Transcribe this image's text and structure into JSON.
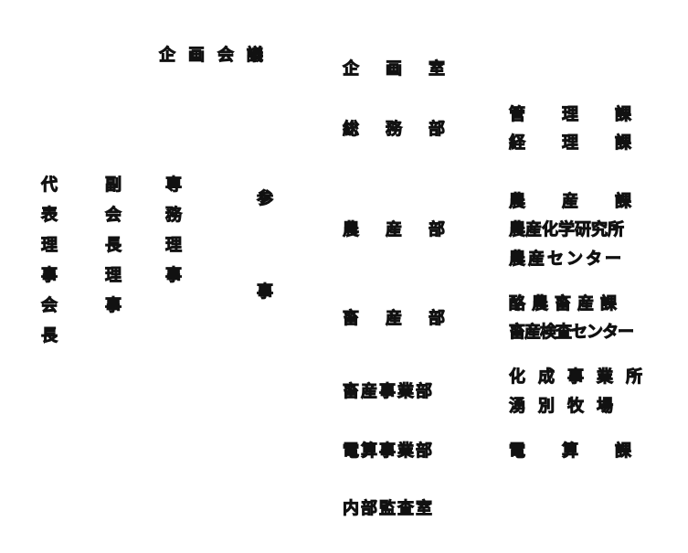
{
  "board": {
    "representative_director": "代表理事会長",
    "vice_chairman": "副会長理事",
    "senior_managing_director": "専務理事",
    "counselor": "参事",
    "planning_council": "企画会議"
  },
  "departments": [
    {
      "label": "企画室"
    },
    {
      "label": "総務部"
    },
    {
      "label": "農産部"
    },
    {
      "label": "畜産部"
    },
    {
      "label": "畜産事業部"
    },
    {
      "label": "電算事業部"
    },
    {
      "label": "内部監査室"
    }
  ],
  "sections": [
    {
      "label": "管理課"
    },
    {
      "label": "経理課"
    },
    {
      "label": "農産課"
    },
    {
      "label": "農産化学研究所"
    },
    {
      "label": "農産センター"
    },
    {
      "label": "酪農畜産課"
    },
    {
      "label": "畜産検査センター"
    },
    {
      "label": "化成事業所"
    },
    {
      "label": "湧別牧場"
    },
    {
      "label": "電算課"
    }
  ]
}
